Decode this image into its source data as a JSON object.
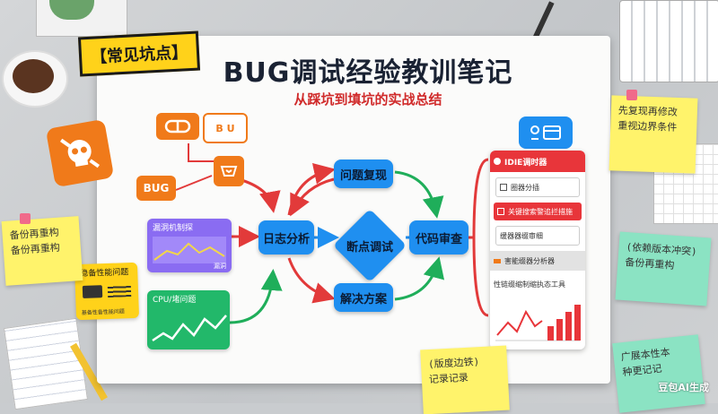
{
  "header": {
    "tag": "【常见坑点】",
    "title": "BUG调试经验教训笔记",
    "subtitle": "从踩坑到填坑的实战总结"
  },
  "flow": {
    "center_left": "日志分析",
    "top": "问题复现",
    "diamond": "断点调试",
    "bottom": "解决方案",
    "center_right": "代码审查"
  },
  "left_cards": {
    "bug_badge": "BUG",
    "bu_label": "B U",
    "purple_title": "漏洞机制探",
    "purple_sub": "漏洞",
    "yellow_title": "稳备性能问题",
    "yellow_sub": "基备性备性能问题",
    "green_title": "CPU/堵问题"
  },
  "right_panel": {
    "header": "IDIE调时器",
    "row1": "圈器分插",
    "row2": "关键搜索警追拦措施",
    "row3": "缓器器缀审细",
    "row4": "害能缀器分析器",
    "row5": "性链缀缩制缩执态工具"
  },
  "stickies": {
    "top_right": [
      "先复现再修改",
      "重视边界条件"
    ],
    "left": [
      "备份再重构",
      "备份再重构"
    ],
    "right": [
      "(依赖版本冲突)",
      "备份再重构"
    ],
    "bottom_center": [
      "(版度边铁)",
      "记录记录"
    ],
    "bottom_right": [
      "广展本性本",
      "种更记记"
    ]
  },
  "watermark": "豆包AI生成",
  "colors": {
    "blue": "#1f8ff0",
    "red_arrow": "#e23a3a",
    "green_arrow": "#1fae5a",
    "orange": "#f07a1a",
    "yellow_tag": "#ffd21a",
    "purple": "#7c5cf0",
    "green": "#22b86a"
  }
}
